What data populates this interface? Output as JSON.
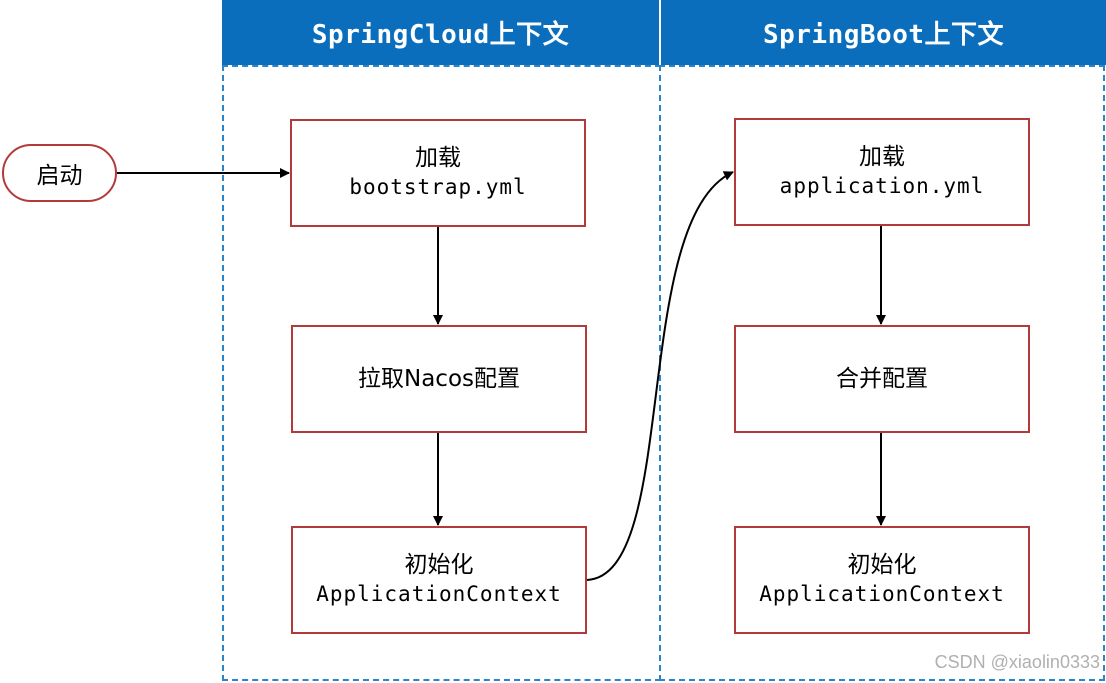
{
  "panels": {
    "cloud": {
      "title": "SpringCloud上下文"
    },
    "boot": {
      "title": "SpringBoot上下文"
    }
  },
  "start": {
    "label": "启动"
  },
  "cloud_steps": {
    "load": {
      "line1": "加载",
      "line2": "bootstrap.yml"
    },
    "pull": {
      "line1": "拉取Nacos配置"
    },
    "init": {
      "line1": "初始化",
      "line2": "ApplicationContext"
    }
  },
  "boot_steps": {
    "load": {
      "line1": "加载",
      "line2": "application.yml"
    },
    "merge": {
      "line1": "合并配置"
    },
    "init": {
      "line1": "初始化",
      "line2": "ApplicationContext"
    }
  },
  "watermark": "CSDN @xiaolin0333",
  "colors": {
    "header": "#0a6ebd",
    "box_border": "#b23a3a",
    "dashed": "#2a86c8"
  }
}
